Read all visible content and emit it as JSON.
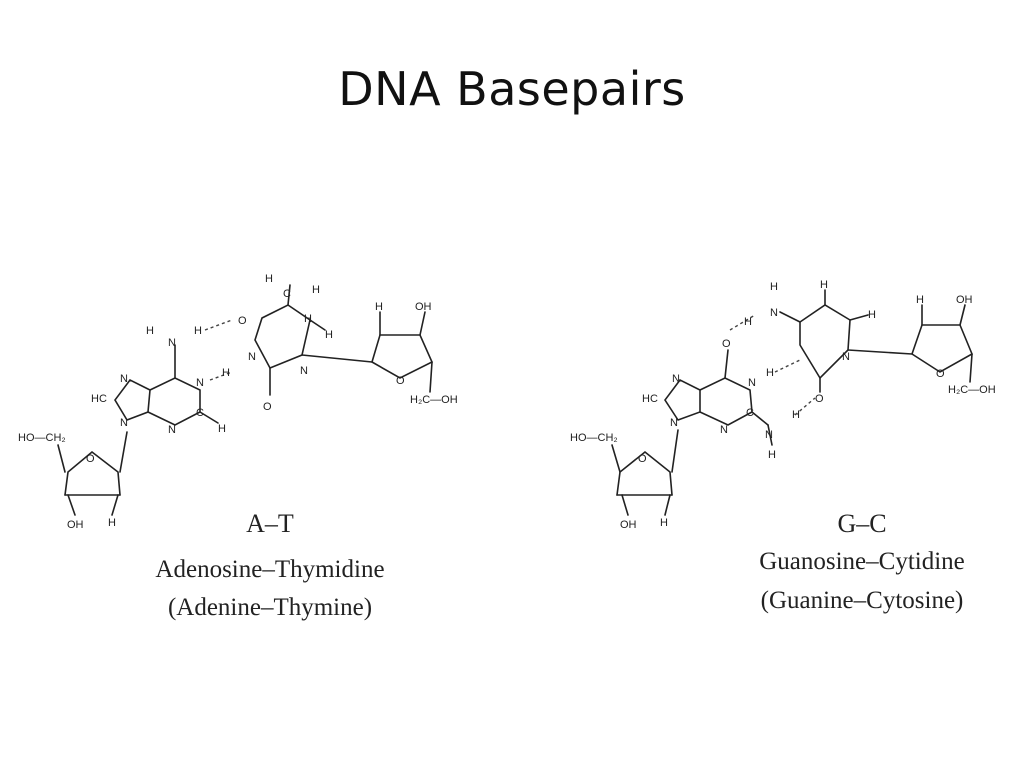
{
  "slide": {
    "title": "DNA Basepairs"
  },
  "pairs": [
    {
      "id": "at",
      "short": "A–T",
      "nucleosides": "Adenosine–Thymidine",
      "bases": "(Adenine–Thymine)",
      "atoms": {
        "ho_ch2": "HO—CH₂",
        "oh": "OH",
        "h_sugar": "H",
        "hc": "HC",
        "n7": "N",
        "n9": "N",
        "n1": "N",
        "n3": "N",
        "c2": "C",
        "h2": "H",
        "nh2_n": "N",
        "nh2_h1": "H",
        "nh2_h2": "H",
        "o4": "O",
        "o2": "O",
        "n3t": "N",
        "n1t": "N",
        "h_n3": "H",
        "h6": "H",
        "ch3_c": "C",
        "ch3_h1": "H",
        "ch3_h2": "H",
        "ch3_h3": "H",
        "ring_o": "O",
        "h_top": "H",
        "oh_top": "OH",
        "h2c_oh": "H₂C—OH"
      }
    },
    {
      "id": "gc",
      "short": "G–C",
      "nucleosides": "Guanosine–Cytidine",
      "bases": "(Guanine–Cytosine)",
      "atoms": {
        "ho_ch2": "HO—CH₂",
        "oh": "OH",
        "h_sugar": "H",
        "hc": "HC",
        "n7": "N",
        "n9": "N",
        "n1": "N",
        "n3": "N",
        "c2": "C",
        "o6": "O",
        "h_n1": "H",
        "n2": "N",
        "h_n2a": "H",
        "h_n2b": "H",
        "n4": "N",
        "h_n4a": "H",
        "h_n4b": "H",
        "h5": "H",
        "h6": "H",
        "o2c": "O",
        "n1c": "N",
        "ring_o": "O",
        "h_top": "H",
        "oh_top": "OH",
        "h2c_oh": "H₂C—OH"
      }
    }
  ]
}
